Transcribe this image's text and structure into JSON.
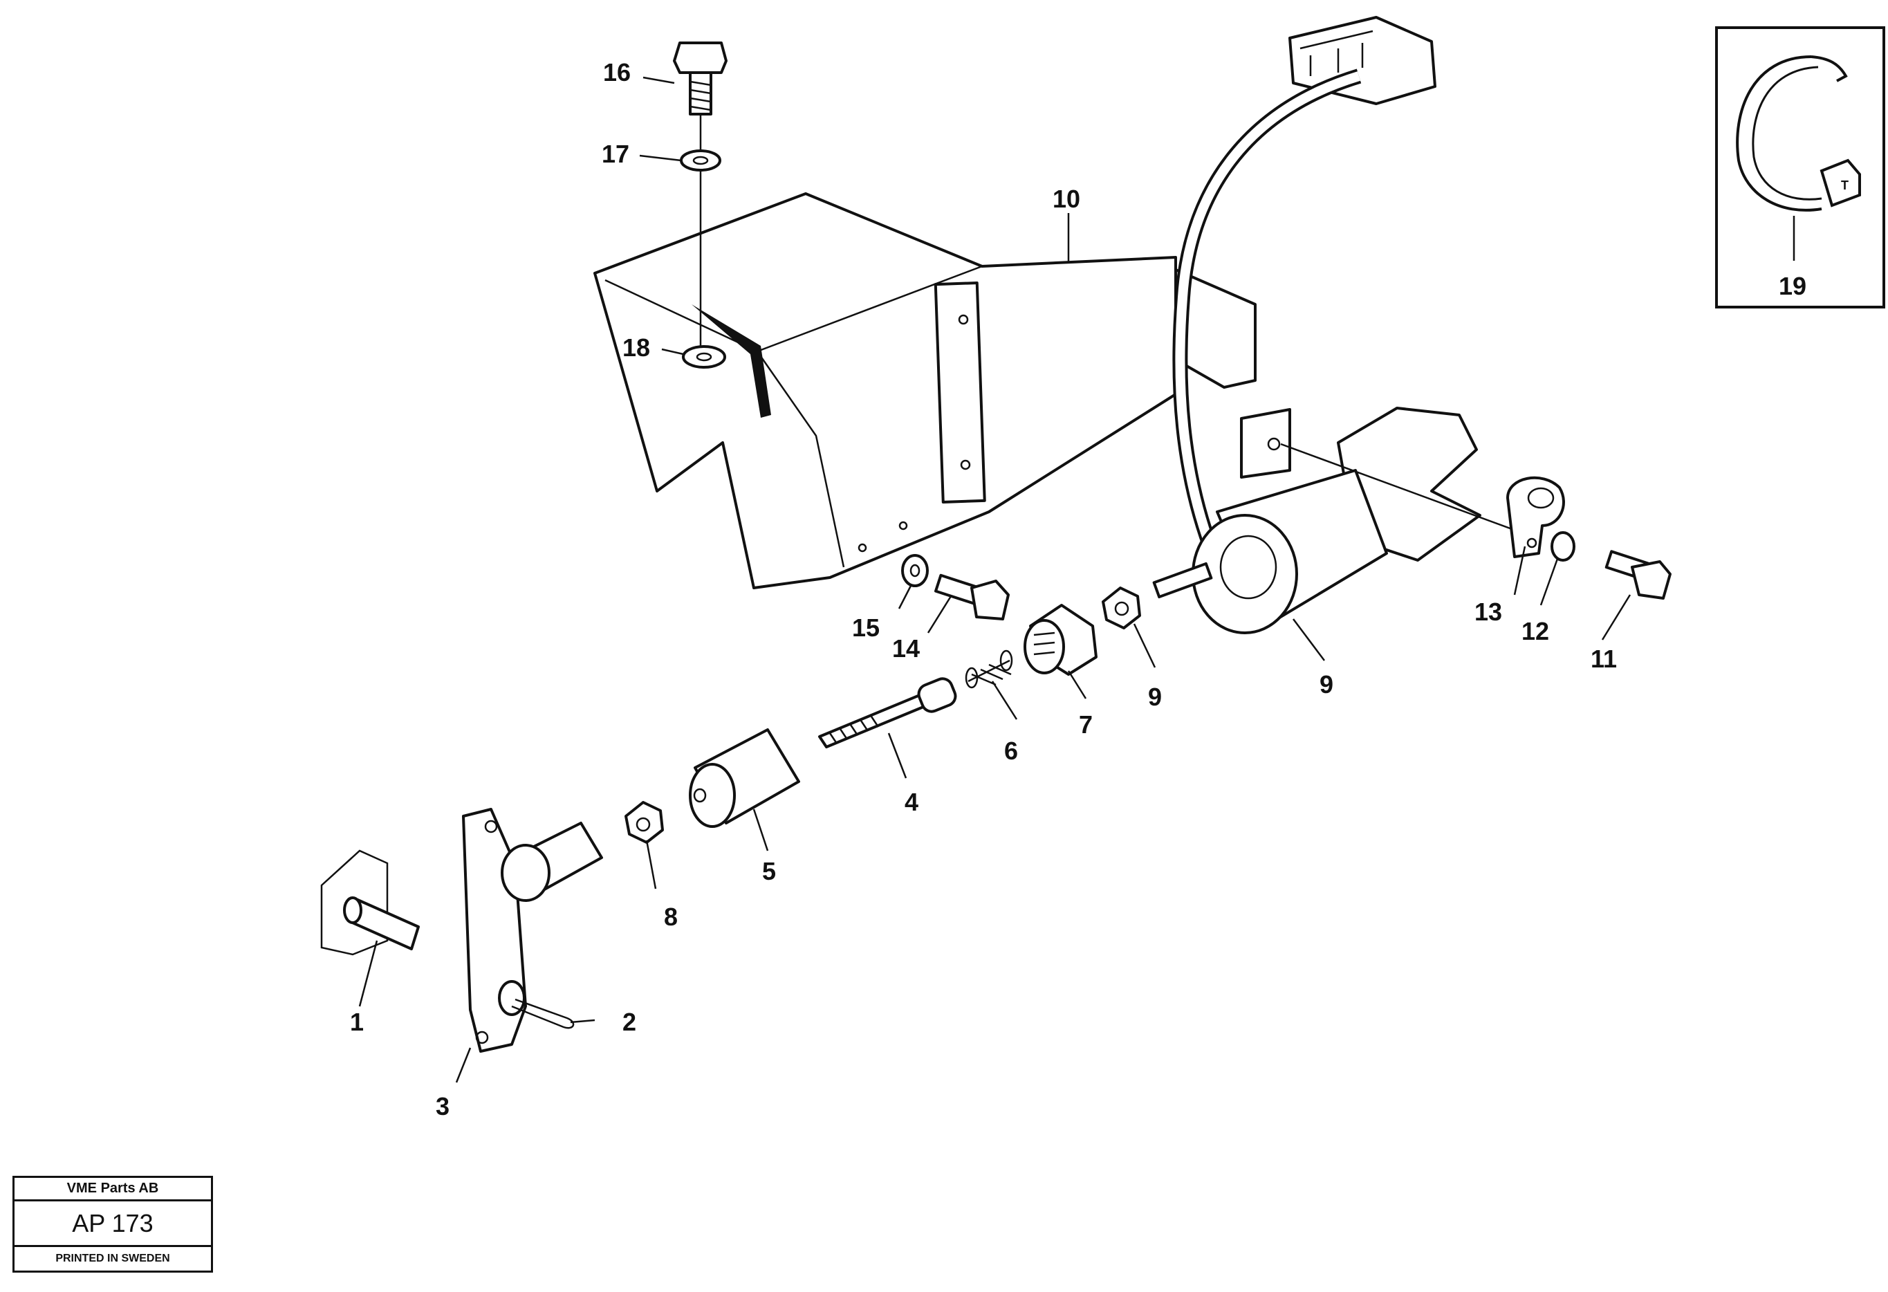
{
  "labels": {
    "p1": "1",
    "p2": "2",
    "p3": "3",
    "p4": "4",
    "p5": "5",
    "p6": "6",
    "p7": "7",
    "p8": "8",
    "p9a": "9",
    "p9b": "9",
    "p10": "10",
    "p11": "11",
    "p12": "12",
    "p13": "13",
    "p14": "14",
    "p15": "15",
    "p16": "16",
    "p17": "17",
    "p18": "18",
    "p19": "19"
  },
  "title_block": {
    "company": "VME Parts AB",
    "code": "AP 173",
    "printed": "PRINTED IN SWEDEN"
  },
  "inset": {
    "clamp_mark": "T"
  }
}
